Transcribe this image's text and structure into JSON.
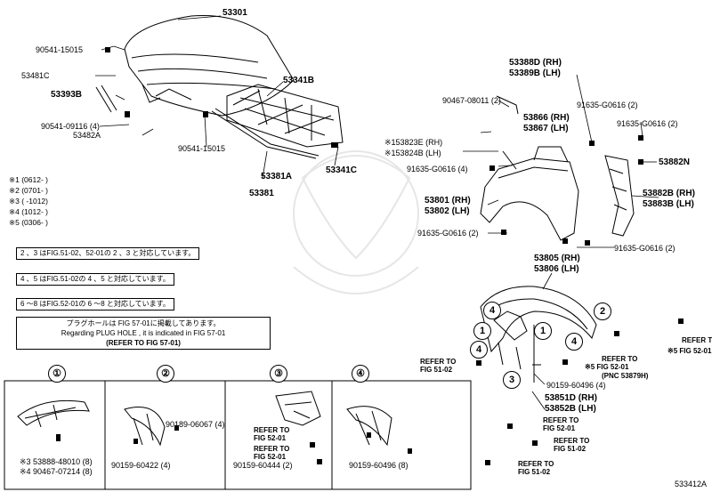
{
  "diagram_id": "533412A",
  "parts": {
    "hood": "53301",
    "hood_clip_left": "90541-15015",
    "hood_bracket": "53481C",
    "hood_support": "53393B",
    "hood_bolt": "90541-09116 (4)",
    "hood_lock_bracket": "53482A",
    "hood_insulator": "53341B",
    "hood_clip_center": "90541-15015",
    "seal_a": "53381A",
    "seal": "53381",
    "insulator_clip": "53341C",
    "fender_seal_rh": "53388D (RH)",
    "fender_seal_lh": "53389B (LH)",
    "clip_90467": "90467-08011 (2)",
    "fender_bracket_rh": "53866 (RH)",
    "fender_bracket_lh": "53867 (LH)",
    "bolt_top1": "91635-G0616 (2)",
    "bolt_top2": "91635-G0616 (2)",
    "splash_rh": "153823E (RH)",
    "splash_lh": "153824B (LH)",
    "bolt_side": "91635-G0616 (4)",
    "clip_53882n": "53882N",
    "fender_rh": "53801 (RH)",
    "fender_lh": "53802 (LH)",
    "fender_liner_rh": "53882B (RH)",
    "fender_liner_lh": "53883B (LH)",
    "bolt_bottom_left": "91635-G0616 (2)",
    "bolt_bottom_right": "91635-G0616 (2)",
    "liner_rh": "53805 (RH)",
    "liner_lh": "53806 (LH)",
    "screw_90159": "90159-60496 (4)",
    "mud_rh": "53851D (RH)",
    "mud_lh": "53852B (LH)"
  },
  "legend": [
    "※1 (0612-    )",
    "※2 (0701-    )",
    "※3 (     -1012)",
    "※4 (1012-    )",
    "※5 (0306-    )"
  ],
  "notes": {
    "note1": "2 、3 はFIG.51-02、52-01の 2 、3 と対応しています。",
    "note2": "4 、5 はFIG.51-02の 4 、5 と対応しています。",
    "note3": "6 ～8 はFIG.52-01の 6 ～8 と対応しています。",
    "plug_jp": "プラグホールは FIG 57-01に掲載してあります。",
    "plug_en": "Regarding  PLUG HOLE , it is indicated in FIG  57-01",
    "plug_ref": "(REFER TO FIG 57-01)"
  },
  "panels": [
    {
      "num": "①",
      "parts": [
        "※3 53888-48010 (8)",
        "※4 90467-07214 (8)"
      ]
    },
    {
      "num": "②",
      "parts": [
        "90189-06067 (4)",
        "90159-60422 (4)"
      ]
    },
    {
      "num": "③",
      "parts": [
        "REFER TO",
        "FIG 52-01",
        "REFER TO",
        "FIG 52-01",
        "90159-60444 (2)"
      ]
    },
    {
      "num": "④",
      "parts": [
        "90159-60496 (8)"
      ]
    }
  ],
  "refs": {
    "r5_left": "REFER TO",
    "r5_left_fig": "FIG 51-02",
    "r8": "REFER TO",
    "r8_fig": "FIG 52-01",
    "r5_right": "※5 FIG  52-01",
    "r5_right_ref": "REFER TO",
    "r5_right_pnc": "(PNC  53879H)",
    "r3a": "REFER TO",
    "r3a_fig": "FIG 52-01",
    "r2": "REFER TO",
    "r2_fig": "FIG 51-02",
    "r4": "REFER TO",
    "r4_fig": "FIG 51-02",
    "r5_far": "※5"
  }
}
